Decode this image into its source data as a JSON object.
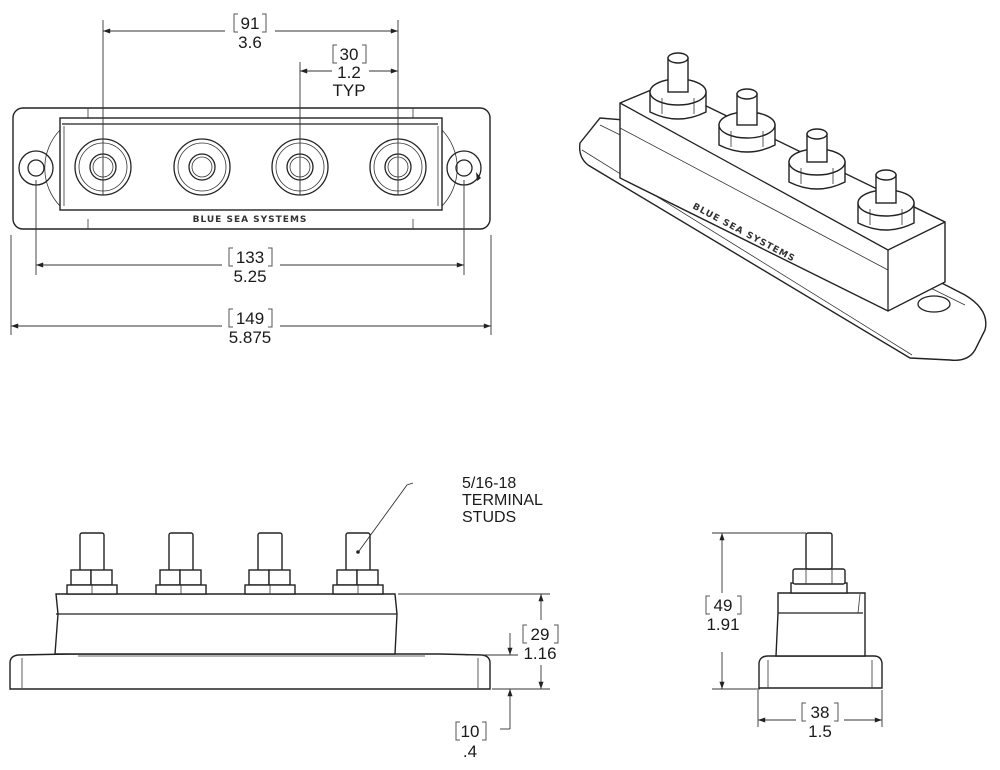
{
  "drawing": {
    "title": "Blue Sea Systems 4-stud terminal block dimensional drawing",
    "brand_label": "BLUE SEA SYSTEMS",
    "colors": {
      "line": "#222222",
      "background": "#ffffff"
    },
    "top_view": {
      "stud_count": 4,
      "dims": {
        "outer_studs": {
          "metric": "91",
          "imperial": "3.6"
        },
        "stud_pitch": {
          "metric": "30",
          "imperial": "1.2",
          "note": "TYP"
        },
        "mount_holes": {
          "metric": "133",
          "imperial": "5.25"
        },
        "overall_length": {
          "metric": "149",
          "imperial": "5.875"
        }
      }
    },
    "front_view": {
      "callout": {
        "line1": "5/16-18",
        "line2": "TERMINAL",
        "line3": "STUDS"
      },
      "dims": {
        "body_height": {
          "metric": "29",
          "imperial": "1.16"
        },
        "base_height": {
          "metric": "10",
          "imperial": ".4"
        }
      }
    },
    "side_view": {
      "dims": {
        "overall_height": {
          "metric": "49",
          "imperial": "1.91"
        },
        "width": {
          "metric": "38",
          "imperial": "1.5"
        }
      }
    }
  }
}
